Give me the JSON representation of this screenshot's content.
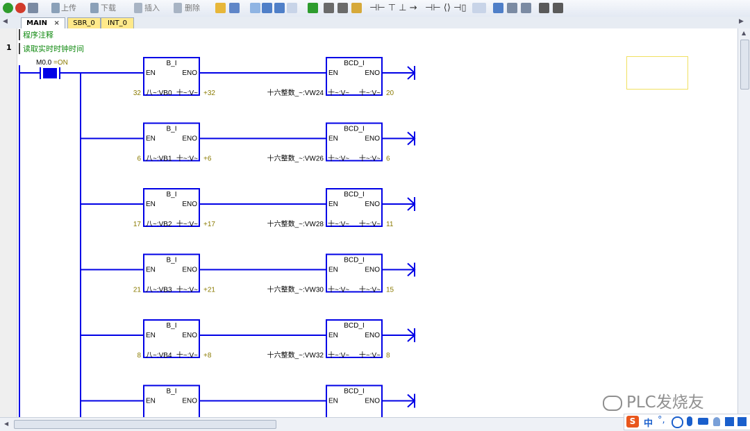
{
  "toolbar": {
    "upload_label": "上传",
    "download_label": "下载",
    "insert_label": "插入",
    "delete_label": "删除"
  },
  "tabs": [
    "MAIN",
    "SBR_0",
    "INT_0"
  ],
  "program_comment": "程序注释",
  "network": {
    "number": "1",
    "comment": "读取实时时钟时间",
    "contact": {
      "name": "M0.0",
      "state": "=ON"
    }
  },
  "box_left": {
    "title": "B_I",
    "en": "EN",
    "eno": "ENO"
  },
  "box_right": {
    "title": "BCD_I",
    "en": "EN",
    "eno": "ENO"
  },
  "rows": [
    {
      "in_val": "32",
      "in_label": "八~:VB0",
      "out_label": "十~:V~",
      "out_val": "+32",
      "r_in_label": "十六整数_~:VW24",
      "r_in_mid": "十~:V~",
      "r_out_label": "十~:V~",
      "r_out_val": "20"
    },
    {
      "in_val": "6",
      "in_label": "八~:VB1",
      "out_label": "十~:V~",
      "out_val": "+6",
      "r_in_label": "十六整数_~:VW26",
      "r_in_mid": "十~:V~",
      "r_out_label": "十~:V~",
      "r_out_val": "6"
    },
    {
      "in_val": "17",
      "in_label": "八~:VB2",
      "out_label": "十~:V~",
      "out_val": "+17",
      "r_in_label": "十六整数_~:VW28",
      "r_in_mid": "十~:V~",
      "r_out_label": "十~:V~",
      "r_out_val": "11"
    },
    {
      "in_val": "21",
      "in_label": "八~:VB3",
      "out_label": "十~:V~",
      "out_val": "+21",
      "r_in_label": "十六整数_~:VW30",
      "r_in_mid": "十~:V~",
      "r_out_label": "十~:V~",
      "r_out_val": "15"
    },
    {
      "in_val": "8",
      "in_label": "八~:VB4",
      "out_label": "十~:V~",
      "out_val": "+8",
      "r_in_label": "十六整数_~:VW32",
      "r_in_mid": "十~:V~",
      "r_out_label": "十~:V~",
      "r_out_val": "8"
    },
    {
      "in_val": "",
      "in_label": "",
      "out_label": "",
      "out_val": "",
      "r_in_label": "",
      "r_in_mid": "",
      "r_out_label": "",
      "r_out_val": ""
    }
  ],
  "watermark": "PLC发烧友",
  "ime": {
    "lang": "中"
  },
  "colors": {
    "wire": "#0000e6",
    "value": "#8a7a00",
    "comment": "#118a11"
  }
}
